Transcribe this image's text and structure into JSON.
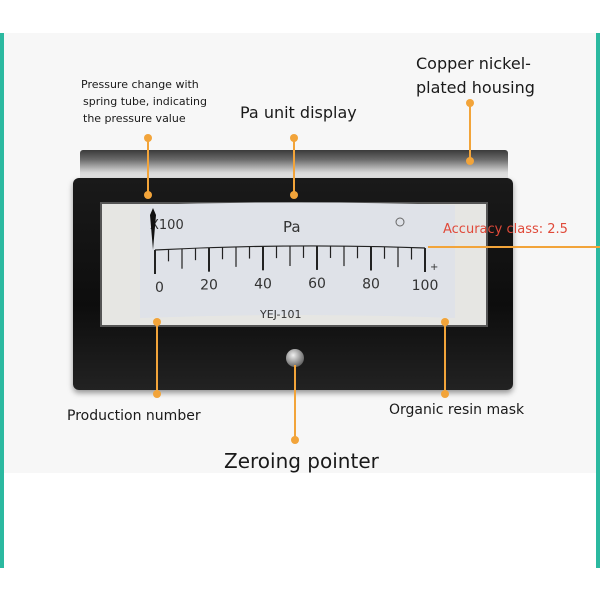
{
  "callouts": {
    "spring_tube": [
      "Pressure change with",
      "spring tube, indicating",
      "the pressure value"
    ],
    "pa_unit": "Pa unit display",
    "housing": [
      "Copper nickel-",
      "plated housing"
    ],
    "accuracy": "Accuracy class: 2.5",
    "production_number": "Production number",
    "zeroing": "Zeroing pointer",
    "resin_mask": "Organic resin mask"
  },
  "gauge": {
    "multiplier": "X100",
    "unit": "Pa",
    "model": "YEJ-101",
    "plus_sign": "+",
    "scale_labels": [
      "0",
      "20",
      "40",
      "60",
      "80",
      "100"
    ],
    "pointer_value": 0
  },
  "colors": {
    "accent": "#f2a43a",
    "accuracy_text": "#e04a3a",
    "border": "#2bb9a0"
  }
}
